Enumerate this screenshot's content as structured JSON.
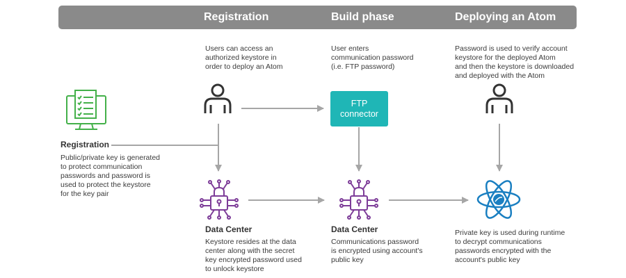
{
  "header": {
    "phases": [
      "Registration",
      "Build phase",
      "Deploying an Atom"
    ]
  },
  "registration": {
    "title": "Registration",
    "desc": [
      "Public/private key is generated",
      "to protect communication",
      "passwords and password is",
      "used to protect the keystore",
      "for the key pair"
    ]
  },
  "col1_top_desc": [
    "Users can access an",
    "authorized keystore in",
    "order to deploy an Atom"
  ],
  "col2_top_desc": [
    "User enters",
    "communication password",
    "(i.e. FTP password)"
  ],
  "col3_top_desc": [
    "Password is used to verify account",
    "keystore for the deployed Atom",
    "and then the keystore is downloaded",
    "and deployed with the Atom"
  ],
  "ftp_connector": [
    "FTP",
    "connector"
  ],
  "dc1": {
    "title": "Data Center",
    "desc": [
      "Keystore resides at the data",
      "center along with the secret",
      "key encrypted password used",
      "to unlock keystore"
    ]
  },
  "dc2": {
    "title": "Data Center",
    "desc": [
      "Communications password",
      "is encrypted using account's",
      "public key"
    ]
  },
  "runtime_desc": [
    "Private key is used during runtime",
    "to decrypt communications",
    "passwords encrypted with the",
    "account's public key"
  ],
  "colors": {
    "header": "#8a8a8a",
    "green": "#43b049",
    "purple": "#7d3c98",
    "teal": "#1fb6b6",
    "blue": "#1a7fc1",
    "arrow": "#a6a6a6",
    "person": "#333333"
  },
  "icons": [
    "document-checklist-monitor-icon",
    "user-icon",
    "lock-network-icon",
    "atom-icon"
  ]
}
